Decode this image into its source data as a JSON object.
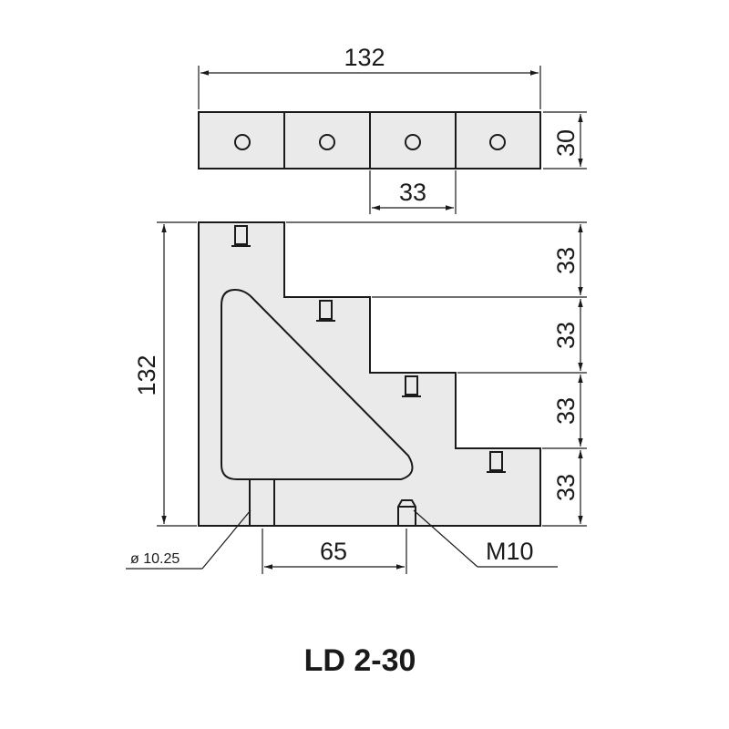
{
  "drawing": {
    "top_view": {
      "width_label": "132",
      "height_label": "30",
      "pitch_label": "33"
    },
    "front_view": {
      "height_label": "132",
      "step_labels": [
        "33",
        "33",
        "33",
        "33"
      ],
      "offset_label": "65",
      "hole_label": "ø 10.25",
      "thread_label": "M10"
    },
    "title": "LD 2-30"
  }
}
